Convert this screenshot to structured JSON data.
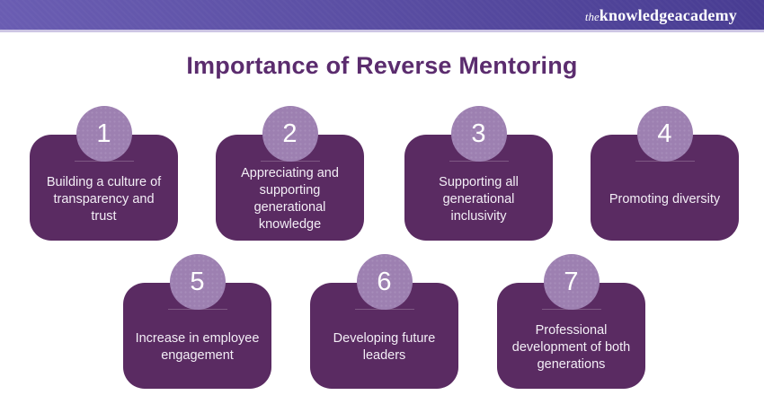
{
  "brand": {
    "prefix": "the",
    "word1": "knowledge",
    "word2": "academy"
  },
  "title": "Importance of Reverse Mentoring",
  "cards": [
    {
      "number": "1",
      "text": "Building a culture of transparency and trust"
    },
    {
      "number": "2",
      "text": "Appreciating and supporting generational knowledge"
    },
    {
      "number": "3",
      "text": "Supporting all generational inclusivity"
    },
    {
      "number": "4",
      "text": "Promoting diversity"
    },
    {
      "number": "5",
      "text": "Increase in employee engagement"
    },
    {
      "number": "6",
      "text": "Developing future leaders"
    },
    {
      "number": "7",
      "text": "Professional development of both generations"
    }
  ],
  "colors": {
    "header_gradient_left": "#6a5db2",
    "header_gradient_right": "#483c92",
    "header_underline": "#cdc6e4",
    "card_background": "#5a2b62",
    "circle_background": "#9d80b1",
    "title_text": "#5b2c6e",
    "card_text": "#f3eef6",
    "page_background": "#ffffff"
  }
}
